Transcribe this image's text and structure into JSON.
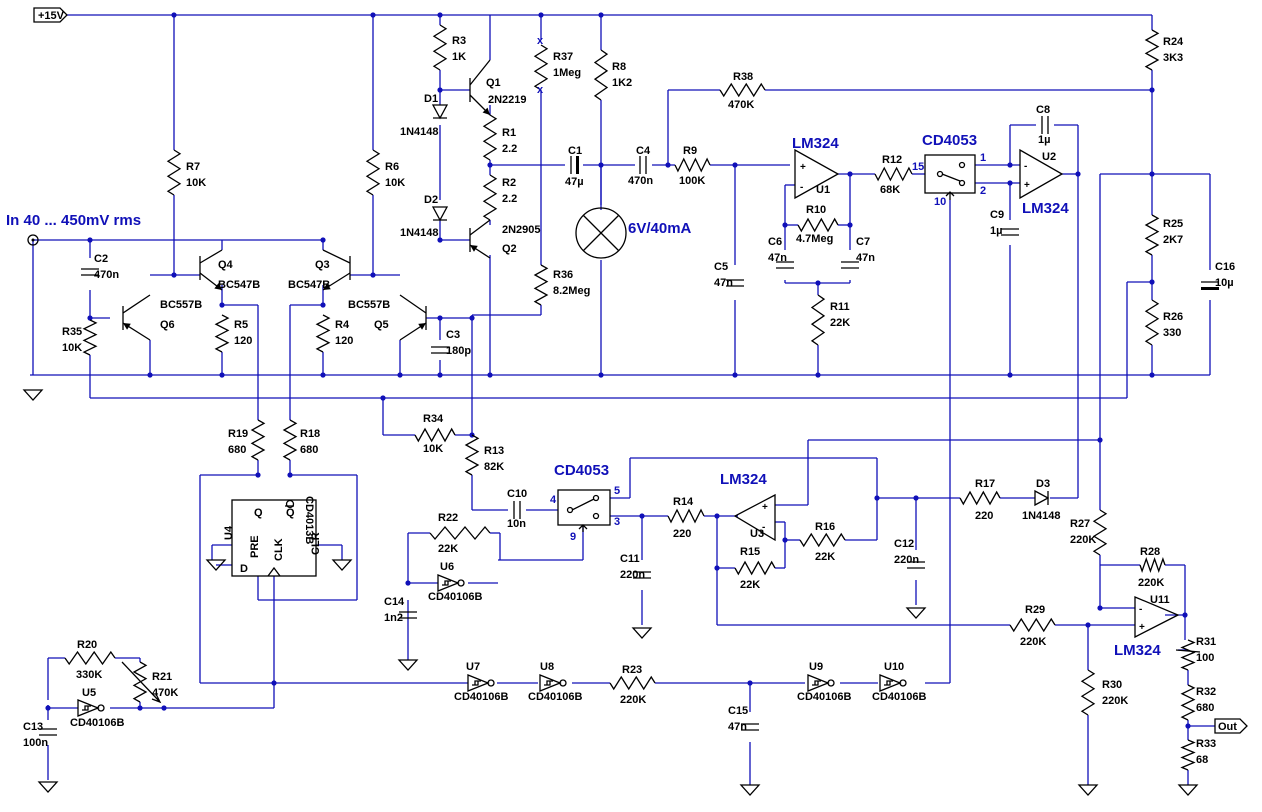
{
  "supply": "+15V",
  "output": "Out",
  "input_label": "In 40 ... 450mV rms",
  "lamp_label": "6V/40mA",
  "ic": {
    "u1": "LM324",
    "u2": "LM324",
    "u3": "LM324",
    "u11": "LM324",
    "sw1": "CD4053",
    "sw2": "CD4053"
  },
  "components": [
    {
      "ref": "R3",
      "value": "1K"
    },
    {
      "ref": "R37",
      "value": "1Meg"
    },
    {
      "ref": "R8",
      "value": "1K2"
    },
    {
      "ref": "R24",
      "value": "3K3"
    },
    {
      "ref": "R38",
      "value": "470K"
    },
    {
      "ref": "R7",
      "value": "10K"
    },
    {
      "ref": "R6",
      "value": "10K"
    },
    {
      "ref": "R1",
      "value": "2.2"
    },
    {
      "ref": "R2",
      "value": "2.2"
    },
    {
      "ref": "R9",
      "value": "100K"
    },
    {
      "ref": "R12",
      "value": "68K"
    },
    {
      "ref": "R10",
      "value": "4.7Meg"
    },
    {
      "ref": "R11",
      "value": "22K"
    },
    {
      "ref": "R25",
      "value": "2K7"
    },
    {
      "ref": "R26",
      "value": "330"
    },
    {
      "ref": "R36",
      "value": "8.2Meg"
    },
    {
      "ref": "R35",
      "value": "10K"
    },
    {
      "ref": "R5",
      "value": "120"
    },
    {
      "ref": "R4",
      "value": "120"
    },
    {
      "ref": "R34",
      "value": "10K"
    },
    {
      "ref": "R13",
      "value": "82K"
    },
    {
      "ref": "R19",
      "value": "680"
    },
    {
      "ref": "R18",
      "value": "680"
    },
    {
      "ref": "R22",
      "value": "22K"
    },
    {
      "ref": "R14",
      "value": "220"
    },
    {
      "ref": "R16",
      "value": "22K"
    },
    {
      "ref": "R15",
      "value": "22K"
    },
    {
      "ref": "R17",
      "value": "220"
    },
    {
      "ref": "R27",
      "value": "220K"
    },
    {
      "ref": "R28",
      "value": "220K"
    },
    {
      "ref": "R29",
      "value": "220K"
    },
    {
      "ref": "R30",
      "value": "220K"
    },
    {
      "ref": "R31",
      "value": "100"
    },
    {
      "ref": "R32",
      "value": "680"
    },
    {
      "ref": "R33",
      "value": "68"
    },
    {
      "ref": "R20",
      "value": "330K"
    },
    {
      "ref": "R21",
      "value": "470K"
    },
    {
      "ref": "R23",
      "value": "220K"
    },
    {
      "ref": "C1",
      "value": "47µ"
    },
    {
      "ref": "C4",
      "value": "470n"
    },
    {
      "ref": "C8",
      "value": "1µ"
    },
    {
      "ref": "C9",
      "value": "1µ"
    },
    {
      "ref": "C2",
      "value": "470n"
    },
    {
      "ref": "C5",
      "value": "47n"
    },
    {
      "ref": "C6",
      "value": "47n"
    },
    {
      "ref": "C7",
      "value": "47n"
    },
    {
      "ref": "C16",
      "value": "10µ"
    },
    {
      "ref": "C3",
      "value": "180p"
    },
    {
      "ref": "C10",
      "value": "10n"
    },
    {
      "ref": "C11",
      "value": "220n"
    },
    {
      "ref": "C12",
      "value": "220n"
    },
    {
      "ref": "C14",
      "value": "1n2"
    },
    {
      "ref": "C13",
      "value": "100n"
    },
    {
      "ref": "C15",
      "value": "47n"
    },
    {
      "ref": "Q1",
      "value": "2N2219"
    },
    {
      "ref": "Q2",
      "value": "2N2905"
    },
    {
      "ref": "Q3",
      "value": "BC547B"
    },
    {
      "ref": "Q4",
      "value": "BC547B"
    },
    {
      "ref": "Q5",
      "value": "BC557B"
    },
    {
      "ref": "Q6",
      "value": "BC557B"
    },
    {
      "ref": "D1",
      "value": "1N4148"
    },
    {
      "ref": "D2",
      "value": "1N4148"
    },
    {
      "ref": "D3",
      "value": "1N4148"
    },
    {
      "ref": "U5",
      "value": "CD40106B"
    },
    {
      "ref": "U6",
      "value": "CD40106B"
    },
    {
      "ref": "U7",
      "value": "CD40106B"
    },
    {
      "ref": "U8",
      "value": "CD40106B"
    },
    {
      "ref": "U9",
      "value": "CD40106B"
    },
    {
      "ref": "U10",
      "value": "CD40106B"
    }
  ],
  "opamp_refs": {
    "u1": "U1",
    "u2": "U2",
    "u3": "U3",
    "u11": "U11"
  },
  "ff": {
    "ref": "U4",
    "part": "CD4013B",
    "pre": "PRE",
    "q": "Q",
    "qbar": "Q",
    "clr": "CLR",
    "clk": "CLK",
    "d": "D"
  },
  "pins": {
    "p15": "15",
    "p1": "1",
    "p2": "2",
    "p10": "10",
    "p4": "4",
    "p5": "5",
    "p3": "3",
    "p9": "9"
  },
  "marks": {
    "x1": "x",
    "x2": "x"
  },
  "colors": {
    "wire": "#1010b8",
    "component": "#000000",
    "ic_label": "#1010b8"
  }
}
